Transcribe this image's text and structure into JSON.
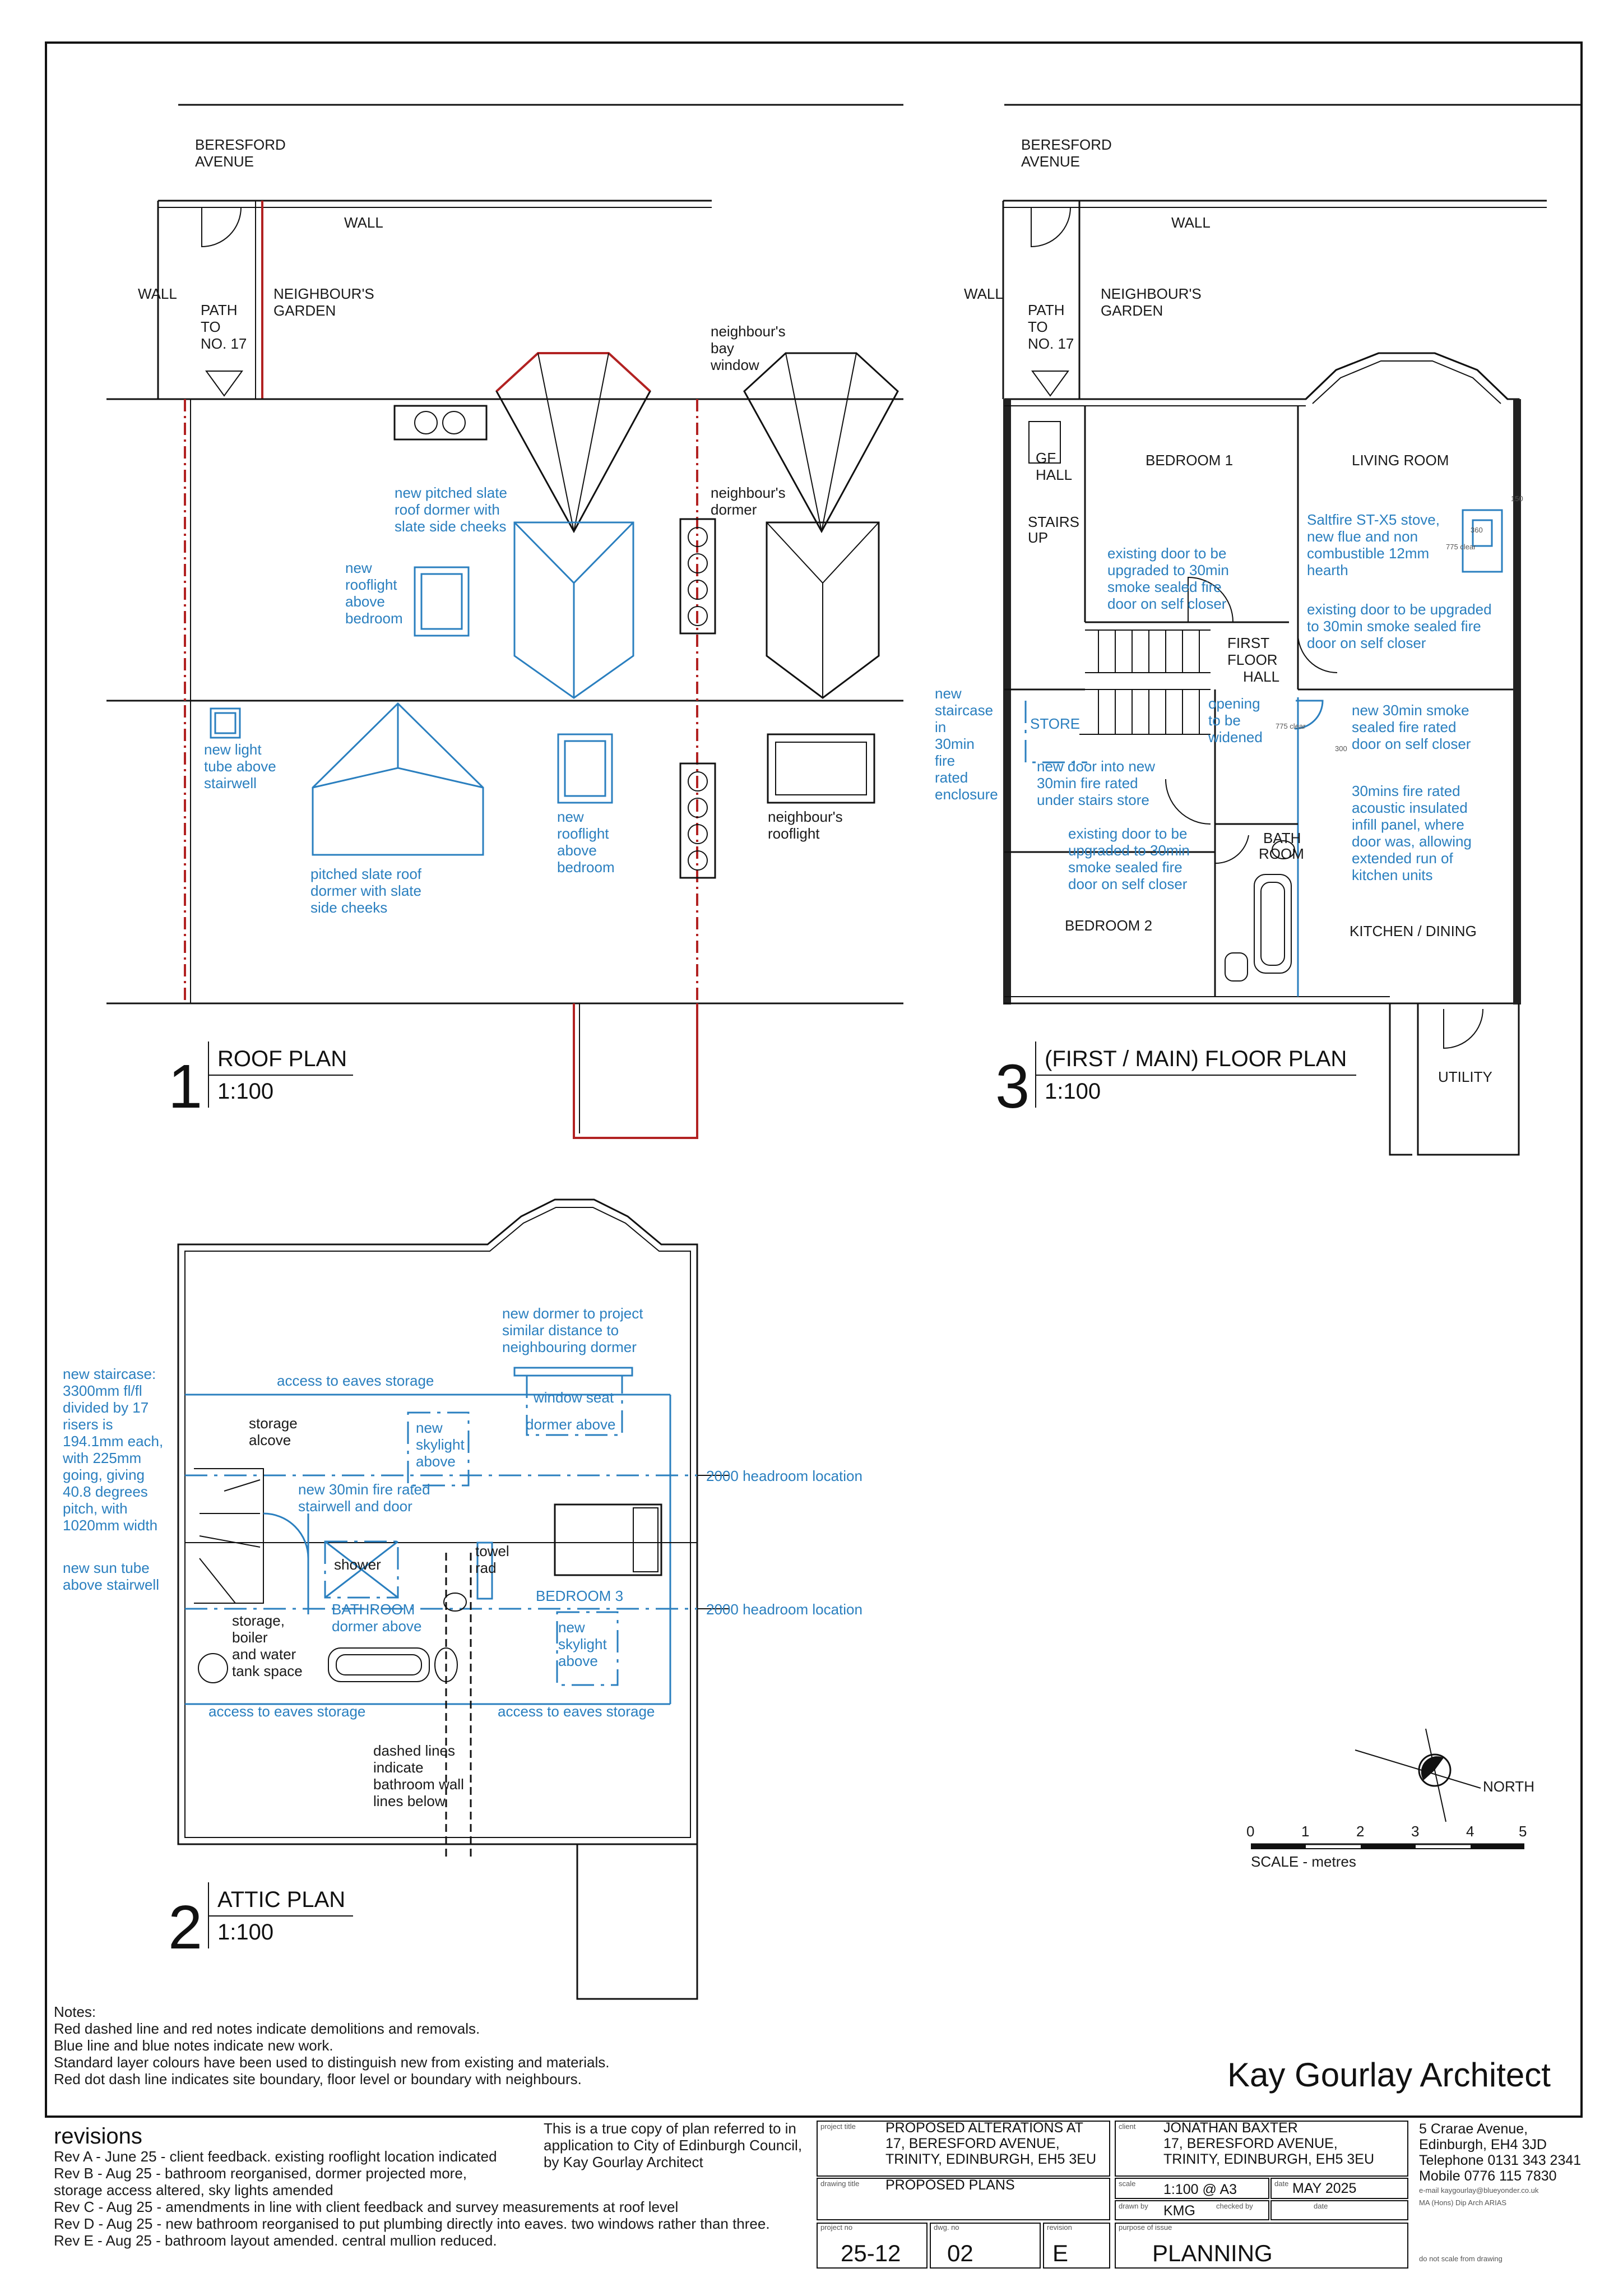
{
  "colors": {
    "new_work": "#2a7fbf",
    "demolition": "#b22222",
    "existing": "#111111"
  },
  "roof_plan": {
    "number": "1",
    "title": "ROOF PLAN",
    "scale": "1:100",
    "labels": {
      "street_1": "BERESFORD",
      "street_2": "AVENUE",
      "wall_top": "WALL",
      "wall_left": "WALL",
      "path_1": "PATH",
      "path_2": "TO",
      "path_3": "NO. 17",
      "garden_1": "NEIGHBOUR'S",
      "garden_2": "GARDEN",
      "bay_1": "neighbour's",
      "bay_2": "bay",
      "bay_3": "window",
      "dormer_1": "neighbour's",
      "dormer_2": "dormer",
      "rooflight_nb_1": "neighbour's",
      "rooflight_nb_2": "rooflight"
    },
    "notes": {
      "pitched_1": "new pitched slate",
      "pitched_2": "roof dormer with",
      "pitched_3": "slate side cheeks",
      "rooflight_1_a": "new",
      "rooflight_1_b": "rooflight",
      "rooflight_1_c": "above",
      "rooflight_1_d": "bedroom",
      "tube_1": "new light",
      "tube_2": "tube above",
      "tube_3": "stairwell",
      "rooflight_2_a": "new",
      "rooflight_2_b": "rooflight",
      "rooflight_2_c": "above",
      "rooflight_2_d": "bedroom",
      "dormer2_1": "pitched slate roof",
      "dormer2_2": "dormer with slate",
      "dormer2_3": "side cheeks"
    }
  },
  "floor_plan": {
    "number": "3",
    "title": "(FIRST / MAIN) FLOOR PLAN",
    "scale": "1:100",
    "labels": {
      "street_1": "BERESFORD",
      "street_2": "AVENUE",
      "wall_top": "WALL",
      "wall_left": "WALL",
      "path_1": "PATH",
      "path_2": "TO",
      "path_3": "NO. 17",
      "garden_1": "NEIGHBOUR'S",
      "garden_2": "GARDEN",
      "gf_hall_1": "GF",
      "gf_hall_2": "HALL",
      "stairs_1": "STAIRS",
      "stairs_2": "UP",
      "bedroom1": "BEDROOM 1",
      "living": "LIVING ROOM",
      "hall_1": "FIRST",
      "hall_2": "FLOOR",
      "hall_3": "HALL",
      "store": "STORE",
      "bath_1": "BATH",
      "bath_2": "ROOM",
      "bedroom2": "BEDROOM 2",
      "kitchen": "KITCHEN / DINING",
      "utility": "UTILITY"
    },
    "notes": {
      "door_b1_1": "existing door to be",
      "door_b1_2": "upgraded to  30min",
      "door_b1_3": "smoke sealed fire",
      "door_b1_4": "door on self closer",
      "stove_1": "Saltfire ST-X5 stove,",
      "stove_2": "new flue and non",
      "stove_3": "combustible 12mm",
      "stove_4": "hearth",
      "door_lr_1": "existing door to be upgraded",
      "door_lr_2": "to  30min smoke sealed fire",
      "door_lr_3": "door on self closer",
      "enclosure_1": "new",
      "enclosure_2": "staircase",
      "enclosure_3": "in",
      "enclosure_4": "30min",
      "enclosure_5": "fire",
      "enclosure_6": "rated",
      "enclosure_7": "enclosure",
      "widen_1": "opening",
      "widen_2": "to be",
      "widen_3": "widened",
      "smoke_1": "new 30min smoke",
      "smoke_2": "sealed fire rated",
      "smoke_3": "door on self closer",
      "store_door_1": "new door into new",
      "store_door_2": "30min fire rated",
      "store_door_3": "under stairs store",
      "infill_1": "30mins fire rated",
      "infill_2": "acoustic insulated",
      "infill_3": "infill panel, where",
      "infill_4": "door was, allowing",
      "infill_5": "extended run of",
      "infill_6": "kitchen units",
      "door_b2_1": "existing door to be",
      "door_b2_2": "upgraded to  30min",
      "door_b2_3": "smoke sealed fire",
      "door_b2_4": "door on self closer"
    },
    "dimensions": {
      "d150": "150",
      "d360": "360",
      "d775a": "775 clear",
      "d775b": "775 clear",
      "d300": "300"
    }
  },
  "attic_plan": {
    "number": "2",
    "title": "ATTIC PLAN",
    "scale": "1:100",
    "labels": {
      "storage_1": "storage",
      "storage_2": "alcove",
      "shower": "shower",
      "bathroom_1": "BATHROOM",
      "bathroom_2": "dormer above",
      "towel_1": "towel",
      "towel_2": "rad",
      "bedroom3": "BEDROOM 3",
      "boiler_1": "storage,",
      "boiler_2": "boiler",
      "boiler_3": "and water",
      "boiler_4": "tank space",
      "dashed_1": "dashed lines",
      "dashed_2": "indicate",
      "dashed_3": "bathroom wall",
      "dashed_4": "lines below"
    },
    "notes": {
      "dormer_proj_1": "new dormer to project",
      "dormer_proj_2": "similar distance to",
      "dormer_proj_3": "neighbouring  dormer",
      "eaves_top": "access to eaves storage",
      "window_seat": "window seat",
      "dormer_above": "dormer above",
      "skylight1_1": "new",
      "skylight1_2": "skylight",
      "skylight1_3": "above",
      "stairwell_1": "new 30min fire rated",
      "stairwell_2": "stairwell and door",
      "headroom_1": "2000 headroom location",
      "headroom_2": "2000 headroom location",
      "skylight2_1": "new",
      "skylight2_2": "skylight",
      "skylight2_3": "above",
      "eaves_left": "access to eaves storage",
      "eaves_right": "access to eaves storage",
      "staircase_1": "new staircase:",
      "staircase_2": "3300mm fl/fl",
      "staircase_3": "divided by 17",
      "staircase_4": "risers is",
      "staircase_5": "194.1mm each,",
      "staircase_6": "with 225mm",
      "staircase_7": "going, giving",
      "staircase_8": "40.8 degrees",
      "staircase_9": "pitch, with",
      "staircase_10": "1020mm width",
      "suntube_1": "new sun tube",
      "suntube_2": "above stairwell"
    }
  },
  "north": {
    "label": "NORTH"
  },
  "scale_bar": {
    "ticks": [
      "0",
      "1",
      "2",
      "3",
      "4",
      "5"
    ],
    "label": "SCALE - metres"
  },
  "notes_block": {
    "heading": "Notes:",
    "lines": [
      "Red dashed line and red notes indicate demolitions and removals.",
      "Blue line and blue notes indicate new work.",
      "Standard layer colours have been used to distinguish new from existing and materials.",
      "Red dot dash line indicates site boundary, floor level or boundary with neighbours."
    ]
  },
  "brand": "Kay Gourlay Architect",
  "revisions": {
    "heading": "revisions",
    "lines": [
      "Rev A - June 25 - client feedback. existing rooflight location indicated",
      "Rev B - Aug 25 - bathroom reorganised, dormer projected more,",
      "storage access altered, sky lights amended",
      "Rev C - Aug 25 - amendments in line with client feedback and survey measurements at roof level",
      "Rev D - Aug 25 - new bathroom reorganised to put plumbing directly into eaves. two windows rather than three.",
      "Rev E - Aug 25 - bathroom layout amended. central mullion reduced."
    ]
  },
  "true_copy": [
    "This is a true copy of plan referred to in",
    "application to City of Edinburgh Council,",
    "by Kay Gourlay Architect"
  ],
  "title_block": {
    "project_title_label": "project title",
    "project_title": [
      "PROPOSED ALTERATIONS AT",
      "17, BERESFORD AVENUE,",
      "TRINITY, EDINBURGH, EH5 3EU"
    ],
    "client_label": "client",
    "client": [
      "JONATHAN BAXTER",
      "17, BERESFORD AVENUE,",
      "TRINITY, EDINBURGH, EH5 3EU"
    ],
    "drawing_title_label": "drawing title",
    "drawing_title": "PROPOSED PLANS",
    "scale_label": "scale",
    "scale": "1:100 @ A3",
    "date_label": "date",
    "date": "MAY 2025",
    "drawn_by_label": "drawn by",
    "drawn_by": "KMG",
    "checked_by_label": "checked by",
    "checked_date_label": "date",
    "project_no_label": "project no",
    "project_no": "25-12",
    "dwg_no_label": "dwg. no",
    "dwg_no": "02",
    "revision_label": "revision",
    "revision": "E",
    "purpose_label": "purpose of issue",
    "purpose": "PLANNING"
  },
  "address": {
    "line1": "5 Crarae Avenue,",
    "line2": "Edinburgh, EH4 3JD",
    "telephone": "Telephone    0131 343 2341",
    "mobile": "Mobile      0776 115 7830",
    "email": "e-mail  kaygourlay@blueyonder.co.uk",
    "qualification": "MA (Hons) Dip Arch ARIAS"
  },
  "do_not_scale": "do not scale from drawing"
}
